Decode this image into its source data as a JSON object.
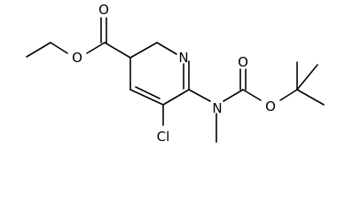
{
  "atoms": {
    "ester_o_carbonyl": "O",
    "ester_o_ether": "O",
    "pyridine_n": "N",
    "amine_n": "N",
    "boc_o_carbonyl": "O",
    "boc_o_ether": "O",
    "chlorine": "Cl"
  },
  "colors": {
    "bond": "#000000",
    "text": "#000000",
    "background": "#ffffff"
  }
}
